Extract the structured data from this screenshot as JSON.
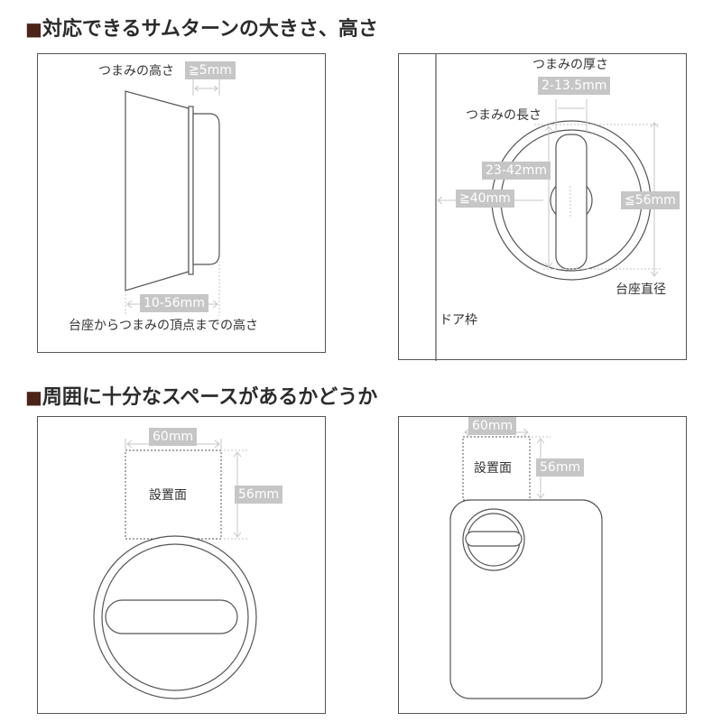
{
  "section1": {
    "mark": "■",
    "title": "対応できるサムターンの大きさ、高さ"
  },
  "section2": {
    "mark": "■",
    "title": "周囲に十分なスペースがあるかどうか"
  },
  "side_view": {
    "knob_height_label": "つまみの高さ",
    "knob_height_value": "≧5mm",
    "total_height_value": "10-56mm",
    "bottom_caption": "台座からつまみの頂点までの高さ"
  },
  "front_view": {
    "knob_thickness_label": "つまみの厚さ",
    "knob_thickness_value": "2-13.5mm",
    "knob_length_label": "つまみの長さ",
    "knob_length_value": "23-42mm",
    "door_frame_gap_value": "≧40mm",
    "base_diameter_value": "≦56mm",
    "base_diameter_label": "台座直径",
    "door_frame_label": "ドア枠"
  },
  "space_round": {
    "width_value": "60mm",
    "height_value": "56mm",
    "area_label": "設置面"
  },
  "space_rect": {
    "width_value": "60mm",
    "height_value": "56mm",
    "area_label": "設置面"
  },
  "colors": {
    "title_mark": "#4a2418",
    "line": "#555555",
    "dimension": "#c6c6c6",
    "tag_text": "#ffffff"
  }
}
